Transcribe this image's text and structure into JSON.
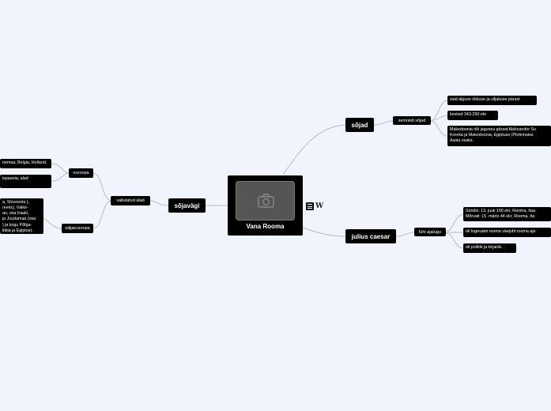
{
  "root": {
    "title": "Vana Rooma",
    "image_icon": "camera-icon"
  },
  "icons": {
    "notes": "notes-icon",
    "wikipedia": "W"
  },
  "colors": {
    "background": "#f1f4fd",
    "node": "#000000",
    "link": "#bfc4d6"
  },
  "branches": {
    "sojad": {
      "label": "sõjad",
      "child": "semniidi sõjad",
      "items": [
        "said alguse rikkuse ja viljakuse pärast",
        "kestsid 343-290 ekr",
        "Makedoonia riik jagunes pärast Aleksander Su\nKreeka ja Makedoonia, Egiptuse (Ptolemaios\nAasia osaks."
      ]
    },
    "julius": {
      "label": "julius caesar",
      "child": "lühi ajalugu",
      "items": [
        "Sündis: 13. juuli 100 ekr, Rooma, Itaa\nMõrvati: 15. märts 44 ekr, Rooma, Ita",
        "oli tugevaim rooma väejuht rooma aja",
        "oli poliitik ja kirjanik."
      ]
    },
    "sojavagi": {
      "label": "sõjavägi",
      "child": "vallutatud alad",
      "europa": {
        "label": "euroopa",
        "items": [
          "nemaa, Belgia, Holland,",
          "ispaania, alad"
        ]
      },
      "valjaspool": {
        "label": "väljaeuroopa",
        "text": "a, Sloveenia ),\nreeks), Väike-\nan, osa Iraaki,\nja Juudamaa (osa\n) ja kogu Põhja-\nliibia ja Egiptus)."
      }
    }
  }
}
